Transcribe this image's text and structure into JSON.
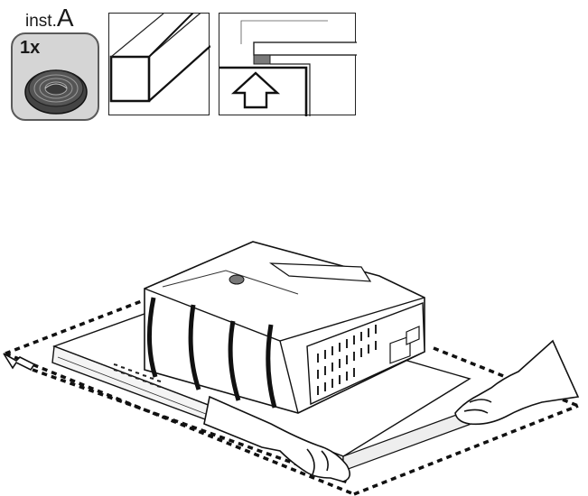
{
  "header": {
    "inst_small": "inst.",
    "inst_big": "A"
  },
  "kit": {
    "quantity": "1x",
    "item_icon": "sealing-tape-roll-icon"
  },
  "panels": [
    {
      "icon": "tape-on-edge-icon"
    },
    {
      "icon": "push-up-arrow-icon"
    }
  ],
  "scene": {
    "icons": [
      "appliance-upside-down-icon",
      "hands-icon",
      "direction-arrow-icon"
    ]
  }
}
